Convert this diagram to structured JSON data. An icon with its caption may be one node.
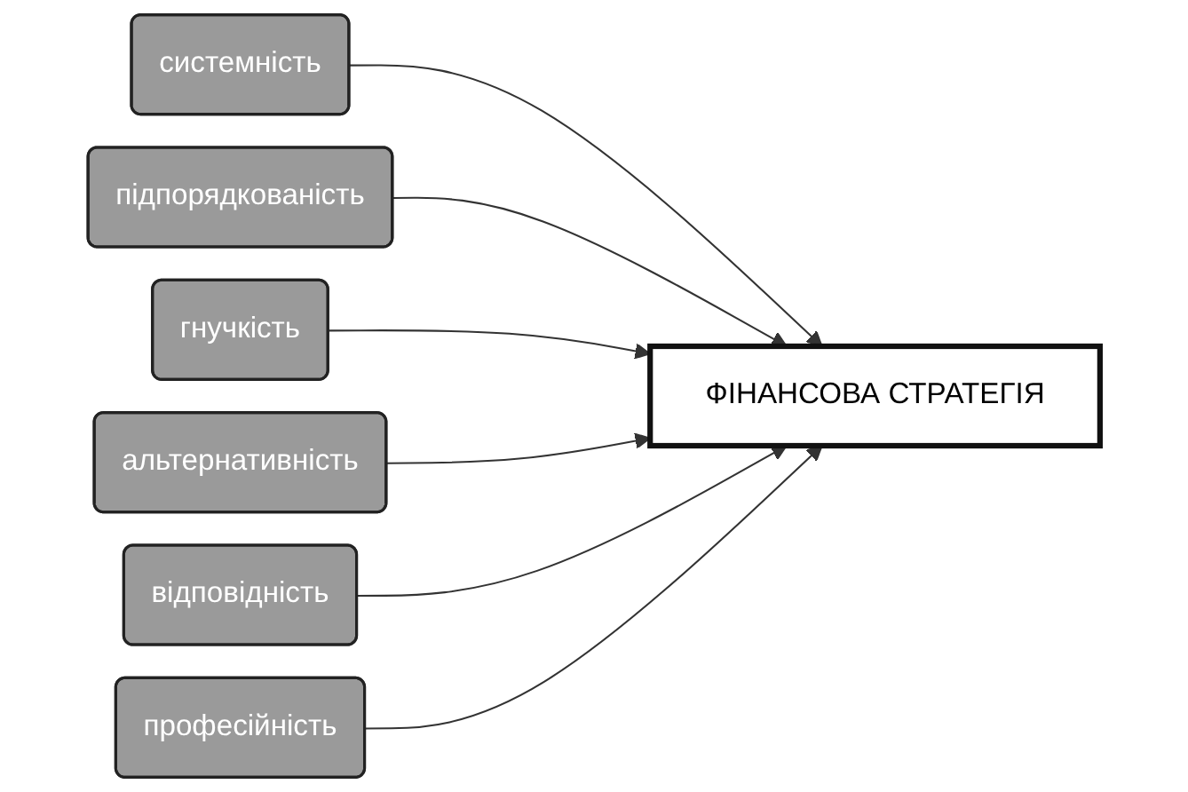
{
  "diagram": {
    "nodes": [
      {
        "text": [
          "системність"
        ]
      },
      {
        "text": [
          "підпорядкованість"
        ]
      },
      {
        "text": [
          "гнучкість"
        ]
      },
      {
        "text": [
          "альтернативність"
        ]
      },
      {
        "text": [
          "відповідність"
        ]
      },
      {
        "text": [
          "професійність"
        ]
      },
      {
        "text": [
          "ФІНАНСОВА СТРАТЕГІЯ"
        ]
      }
    ],
    "edges": [
      {
        "from": 0,
        "to": 6,
        "arrow": "to"
      },
      {
        "from": 1,
        "to": 6,
        "arrow": "to"
      },
      {
        "from": 2,
        "to": 6,
        "arrow": "to"
      },
      {
        "from": 3,
        "to": 6,
        "arrow": "to"
      },
      {
        "from": 4,
        "to": 6,
        "arrow": "to"
      },
      {
        "from": 5,
        "to": 6,
        "arrow": "to"
      }
    ]
  }
}
